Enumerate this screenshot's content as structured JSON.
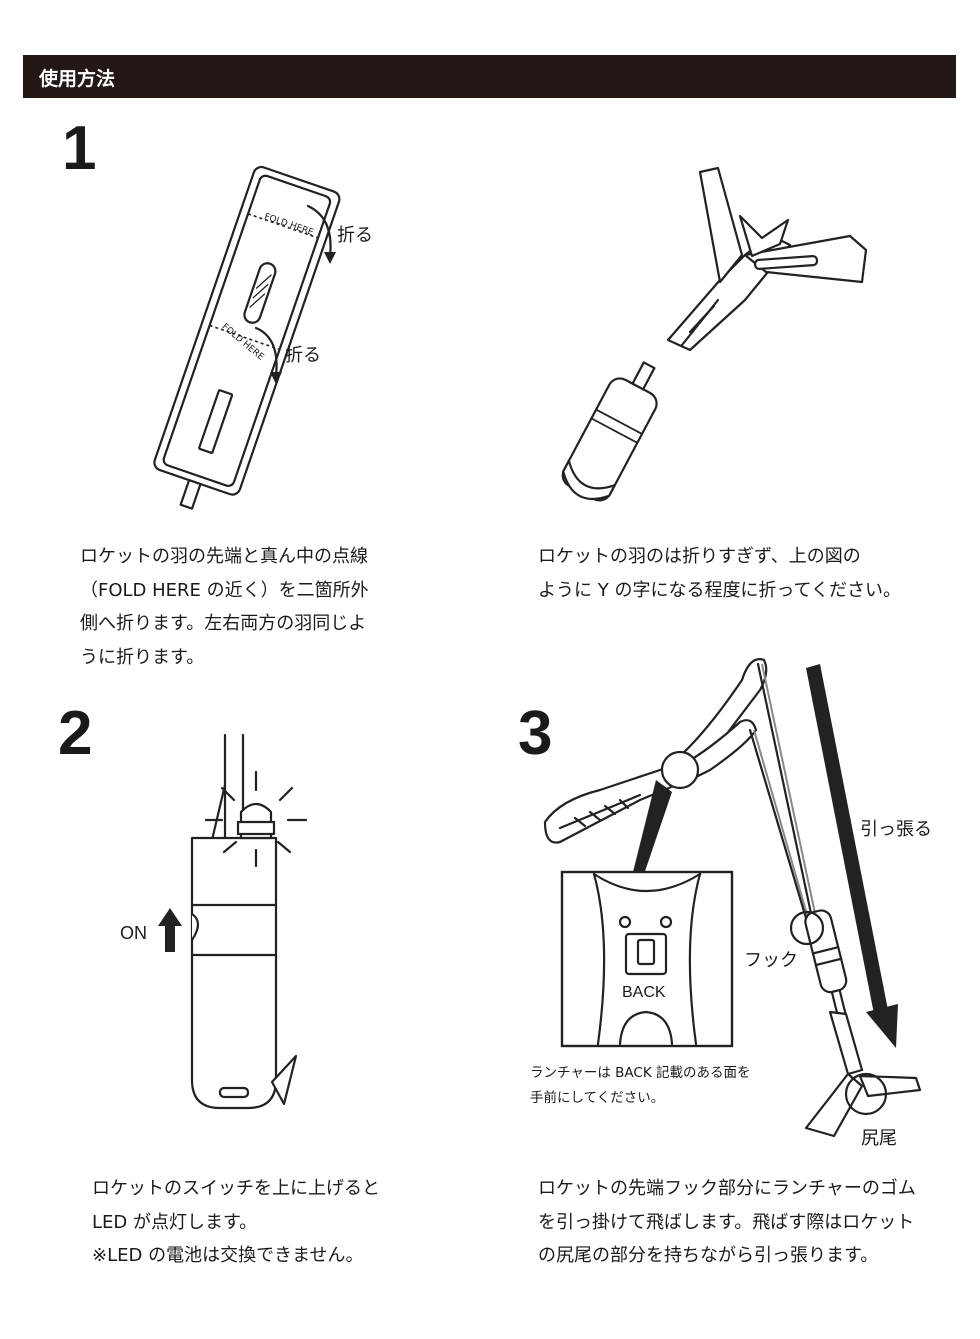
{
  "header": {
    "title": "使用方法"
  },
  "step1": {
    "number": "1",
    "fold_here_1": "FOLD HERE",
    "fold_here_2": "FOLD HERE",
    "fold_label_1": "折る",
    "fold_label_2": "折る",
    "left_text": [
      "ロケットの羽の先端と真ん中の点線",
      "（FOLD HERE の近く）を二箇所外",
      "側へ折ります。左右両方の羽同じよ",
      "うに折ります。"
    ],
    "right_text": [
      "ロケットの羽のは折りすぎず、上の図の",
      "ように Y の字になる程度に折ってください。"
    ]
  },
  "step2": {
    "number": "2",
    "on_label": "ON",
    "text": [
      "ロケットのスイッチを上に上げると",
      "LED が点灯します。",
      "※LED の電池は交換できません。"
    ]
  },
  "step3": {
    "number": "3",
    "pull_label": "引っ張る",
    "hook_label": "フック",
    "tail_label": "尻尾",
    "back_label": "BACK",
    "launcher_note": [
      "ランチャーは BACK 記載のある面を",
      "手前にしてください。"
    ],
    "text": [
      "ロケットの先端フック部分にランチャーのゴム",
      "を引っ掛けて飛ばします。飛ばす際はロケット",
      "の尻尾の部分を持ちながら引っ張ります。"
    ]
  },
  "colors": {
    "header_bg": "#231815",
    "header_text": "#ffffff",
    "ink": "#1a1a1a"
  }
}
